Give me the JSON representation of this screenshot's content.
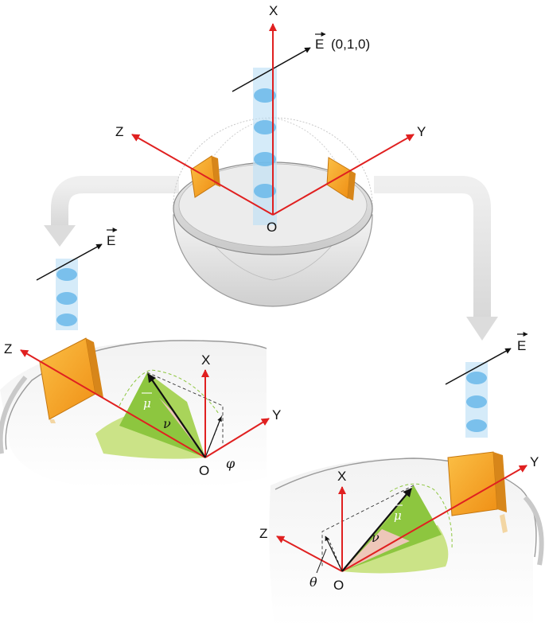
{
  "top": {
    "axis_x": "X",
    "axis_y": "Y",
    "axis_z": "Z",
    "origin": "O",
    "field_label": "E",
    "field_coords": "(0,1,0)"
  },
  "left": {
    "axis_x": "X",
    "axis_y": "Y",
    "axis_z": "Z",
    "origin": "O",
    "field_label": "E",
    "mu_label": "μ",
    "nu_label": "ν",
    "phi_label": "φ"
  },
  "right": {
    "axis_x": "X",
    "axis_y": "Y",
    "axis_z": "Z",
    "origin": "O",
    "field_label": "E",
    "mu_label": "μ",
    "nu_label": "ν",
    "theta_label": "θ"
  },
  "colors": {
    "axis": "#e02020",
    "detector": "#f6a623",
    "wave": "#3aa0e0",
    "cone": "#8dc63f",
    "angle_fill": "#f8c6c6"
  }
}
